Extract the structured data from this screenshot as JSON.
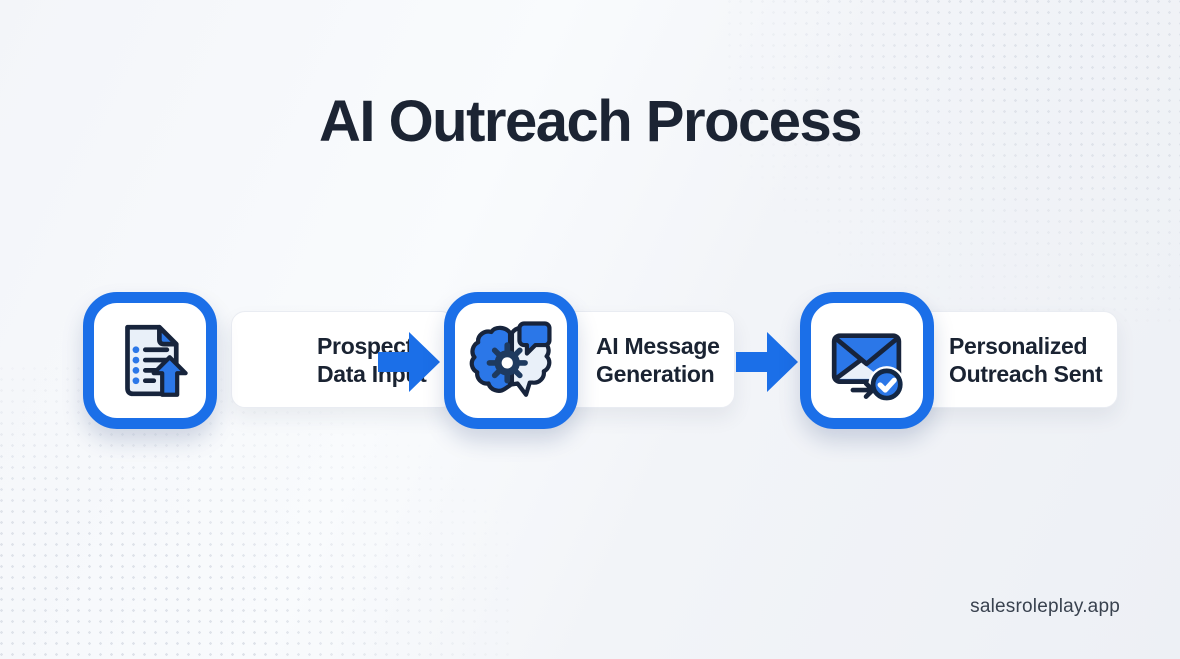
{
  "header": {
    "title": "AI Outreach Process"
  },
  "process": {
    "steps": [
      {
        "icon": "document-upload-icon",
        "label_line1": "Prospect",
        "label_line2": "Data Input"
      },
      {
        "icon": "ai-brain-gear-icon",
        "label_line1": "AI Message",
        "label_line2": "Generation"
      },
      {
        "icon": "email-sent-check-icon",
        "label_line1": "Personalized",
        "label_line2": "Outreach Sent"
      }
    ],
    "connector": "right-arrow"
  },
  "footer": {
    "watermark": "salesroleplay.app"
  },
  "colors": {
    "accent_blue": "#1b6fe8",
    "icon_fill_blue": "#2b77e8",
    "outline_navy": "#17243c",
    "title_navy": "#1c2433",
    "background": "#f2f4f8",
    "card_white": "#ffffff",
    "dot_grid": "#dfe3ea"
  }
}
